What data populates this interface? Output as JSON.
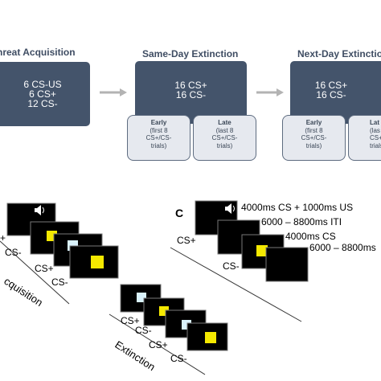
{
  "timeline": {
    "phases": [
      {
        "title": "hreat Acquisition",
        "lines": [
          "6 CS-US",
          "6 CS+",
          "12 CS-"
        ]
      },
      {
        "title": "Same-Day Extinction",
        "lines": [
          "16 CS+",
          "16 CS-"
        ],
        "sub": [
          {
            "title": "Early",
            "desc": "(first 8\nCS+/CS-\ntrials)"
          },
          {
            "title": "Late",
            "desc": "(last 8\nCS+/CS-\ntrials)"
          }
        ]
      },
      {
        "title": "Next-Day Extinctio",
        "lines": [
          "16 CS+",
          "16 CS-"
        ],
        "sub": [
          {
            "title": "Early",
            "desc": "(first 8\nCS+/CS-\ntrials)"
          },
          {
            "title": "Lat",
            "desc": "(las\nCS+/\ntrials"
          }
        ]
      }
    ]
  },
  "panel_acquisition": {
    "labels": [
      "+",
      "CS-",
      "CS+",
      "CS-"
    ],
    "phase_label": "cquisition",
    "screens": [
      {
        "square_color": "",
        "speaker": true
      },
      {
        "square_color": "#f5e900",
        "speaker": false
      },
      {
        "square_color": "#d9f2fb",
        "speaker": false
      },
      {
        "square_color": "#f5e900",
        "speaker": false
      }
    ]
  },
  "panel_extinction": {
    "labels": [
      "CS+",
      "CS-",
      "CS+",
      "CS-"
    ],
    "phase_label": "Extinction",
    "screens": [
      {
        "square_color": "#d9f2fb"
      },
      {
        "square_color": "#f5e900"
      },
      {
        "square_color": "#d9f2fb"
      },
      {
        "square_color": "#f5e900"
      }
    ]
  },
  "panel_c": {
    "letter": "C",
    "labels": [
      "CS+",
      "CS-"
    ],
    "timings": [
      "4000ms CS + 1000ms US",
      "6000 – 8800ms ITI",
      "4000ms CS",
      "6000 – 8800ms"
    ],
    "screens": [
      {
        "square_color": "",
        "speaker": true
      },
      {
        "square_color": "",
        "speaker": false
      },
      {
        "square_color": "#f5e900",
        "speaker": false
      },
      {
        "square_color": "",
        "speaker": false
      }
    ]
  },
  "colors": {
    "phase_box": "#44546b",
    "sub_box": "#e6e9ef",
    "arrow": "#b3b3b3",
    "screen": "#000000",
    "cs_minus_square": "#f5e900",
    "cs_plus_square": "#d9f2fb"
  }
}
